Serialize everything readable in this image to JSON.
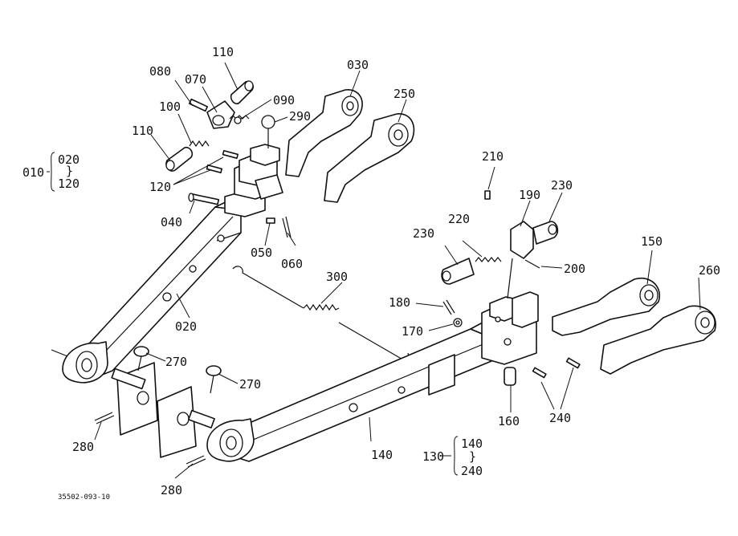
{
  "labels": {
    "p110a": "110",
    "p080": "080",
    "p070": "070",
    "p090": "090",
    "p100": "100",
    "p290": "290",
    "p110b": "110",
    "p030": "030",
    "p250": "250",
    "p010": "010",
    "p020g": "020",
    "p120g": "120",
    "p120": "120",
    "p040": "040",
    "p050": "050",
    "p060": "060",
    "p020": "020",
    "p300": "300",
    "p210": "210",
    "p190": "190",
    "p230a": "230",
    "p230b": "230",
    "p220": "220",
    "p200": "200",
    "p150": "150",
    "p260": "260",
    "p180": "180",
    "p170": "170",
    "p270a": "270",
    "p270b": "270",
    "p280a": "280",
    "p280b": "280",
    "p160": "160",
    "p240": "240",
    "p140": "140",
    "p130": "130",
    "p140g": "140",
    "p240g": "240",
    "tilde1": "}",
    "tilde2": "}"
  },
  "figure_code": "35502-093-10"
}
